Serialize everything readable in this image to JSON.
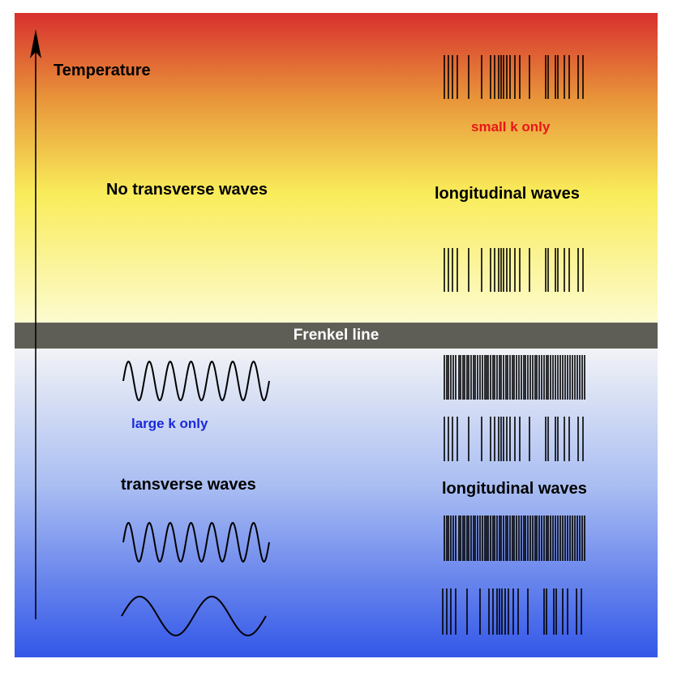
{
  "labels": {
    "temperature": "Temperature",
    "no_transverse": "No transverse waves",
    "longitudinal_top": "longitudinal waves",
    "small_k": "small k only",
    "frenkel_line": "Frenkel line",
    "large_k": "large k only",
    "transverse": "transverse waves",
    "longitudinal_bottom": "longitudinal waves"
  },
  "colors": {
    "gas_top": "#d8302e",
    "gas_mid": "#e8963a",
    "gas_yellow": "#f9ec5a",
    "gas_light": "#fdfbd0",
    "frenkel_band": "#5f5e56",
    "liquid_light": "#f2f3f6",
    "liquid_mid": "#a9bdf2",
    "liquid_bottom": "#3357e8",
    "small_k_text": "#e8161a",
    "large_k_text": "#1a2ad8",
    "ink": "#000000"
  },
  "icons": {
    "axis": "arrow-up-icon",
    "transverse": "sine-wave-icon",
    "longitudinal": "compression-lines-icon"
  }
}
